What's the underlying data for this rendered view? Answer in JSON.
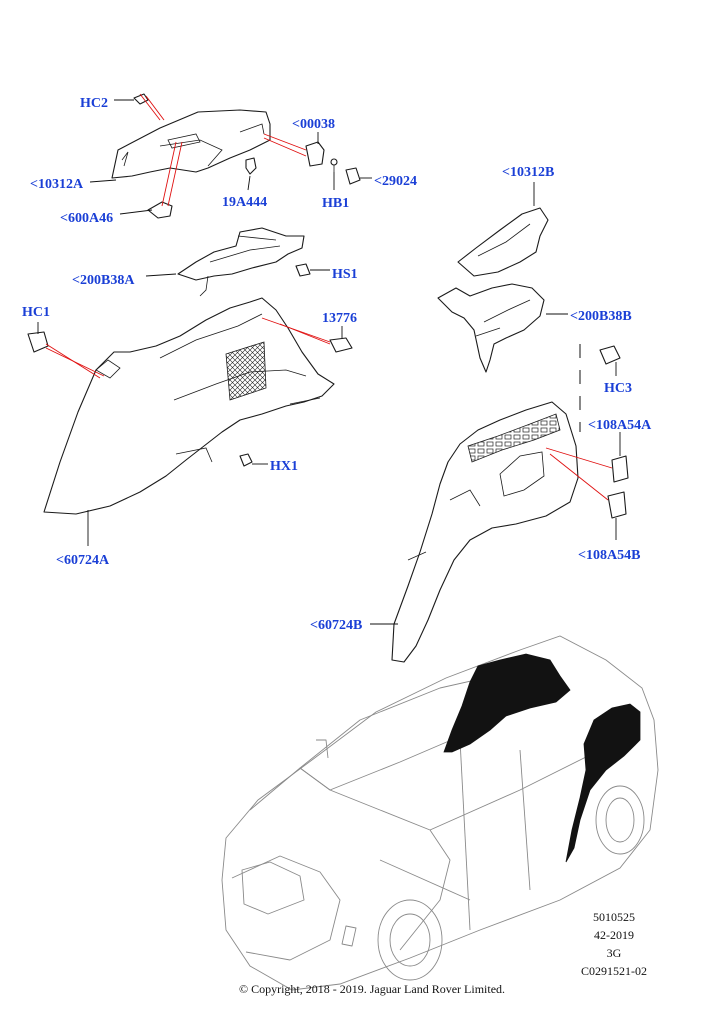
{
  "callouts": {
    "hc2": "HC2",
    "p10312a": "<10312A",
    "p600a46": "<600A46",
    "p00038": "<00038",
    "p19a444": "19A444",
    "hb1": "HB1",
    "p29024": "<29024",
    "p200b38a": "<200B38A",
    "hs1": "HS1",
    "hc1": "HC1",
    "p13776": "13776",
    "hx1": "HX1",
    "p60724a": "<60724A",
    "p10312b": "<10312B",
    "p200b38b": "<200B38B",
    "hc3": "HC3",
    "p108a54a": "<108A54A",
    "p108a54b": "<108A54B",
    "p60724b": "<60724B"
  },
  "meta": {
    "line1": "5010525",
    "line2": "42-2019",
    "line3": "3G",
    "line4": "C0291521-02"
  },
  "copyright": "© Copyright, 2018 - 2019. Jaguar Land Rover Limited.",
  "colors": {
    "callout": "#1a3fd6",
    "leader_highlight": "#e01010",
    "line": "#1b1b1b",
    "vehicle": "#8a8a8a"
  }
}
